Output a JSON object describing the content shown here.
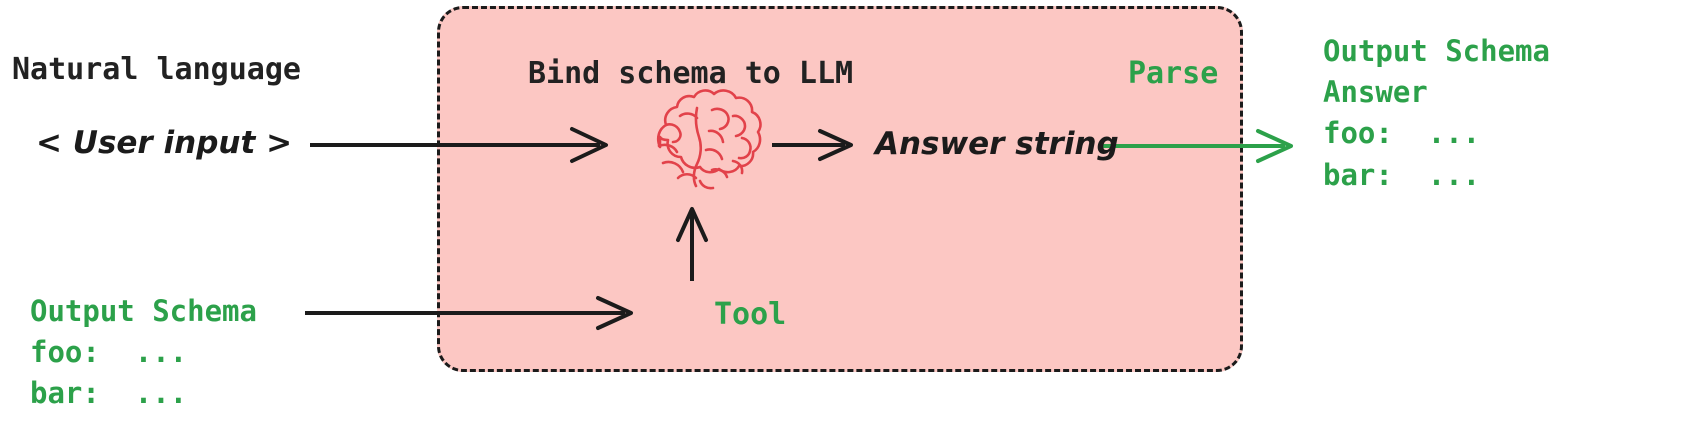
{
  "diagram": {
    "title": "Bind schema to LLM structured output flow",
    "colors": {
      "panel_fill": "#fcc7c3",
      "panel_border": "#1b1b1b",
      "accent_green": "#2ca14a",
      "brain_red": "#e2424a",
      "text_dark": "#222222"
    },
    "left": {
      "natural_language_label": "Natural language",
      "user_input_text": "< User input >",
      "input_schema": "Output Schema\nfoo:  ...\nbar:  ..."
    },
    "panel": {
      "bind_schema_label": "Bind schema to LLM",
      "parse_label": "Parse",
      "brain_icon": "brain-icon",
      "answer_string_text": "Answer string",
      "tool_label": "Tool"
    },
    "right": {
      "output_schema": "Output Schema\nAnswer\nfoo:  ...\nbar:  ..."
    },
    "arrows": [
      {
        "name": "user-input-to-llm",
        "color": "#1b1b1b"
      },
      {
        "name": "llm-to-answer-string",
        "color": "#1b1b1b"
      },
      {
        "name": "answer-string-to-output-schema",
        "color": "#2ca14a"
      },
      {
        "name": "input-schema-to-tool",
        "color": "#1b1b1b"
      },
      {
        "name": "tool-to-llm",
        "color": "#1b1b1b"
      }
    ]
  }
}
